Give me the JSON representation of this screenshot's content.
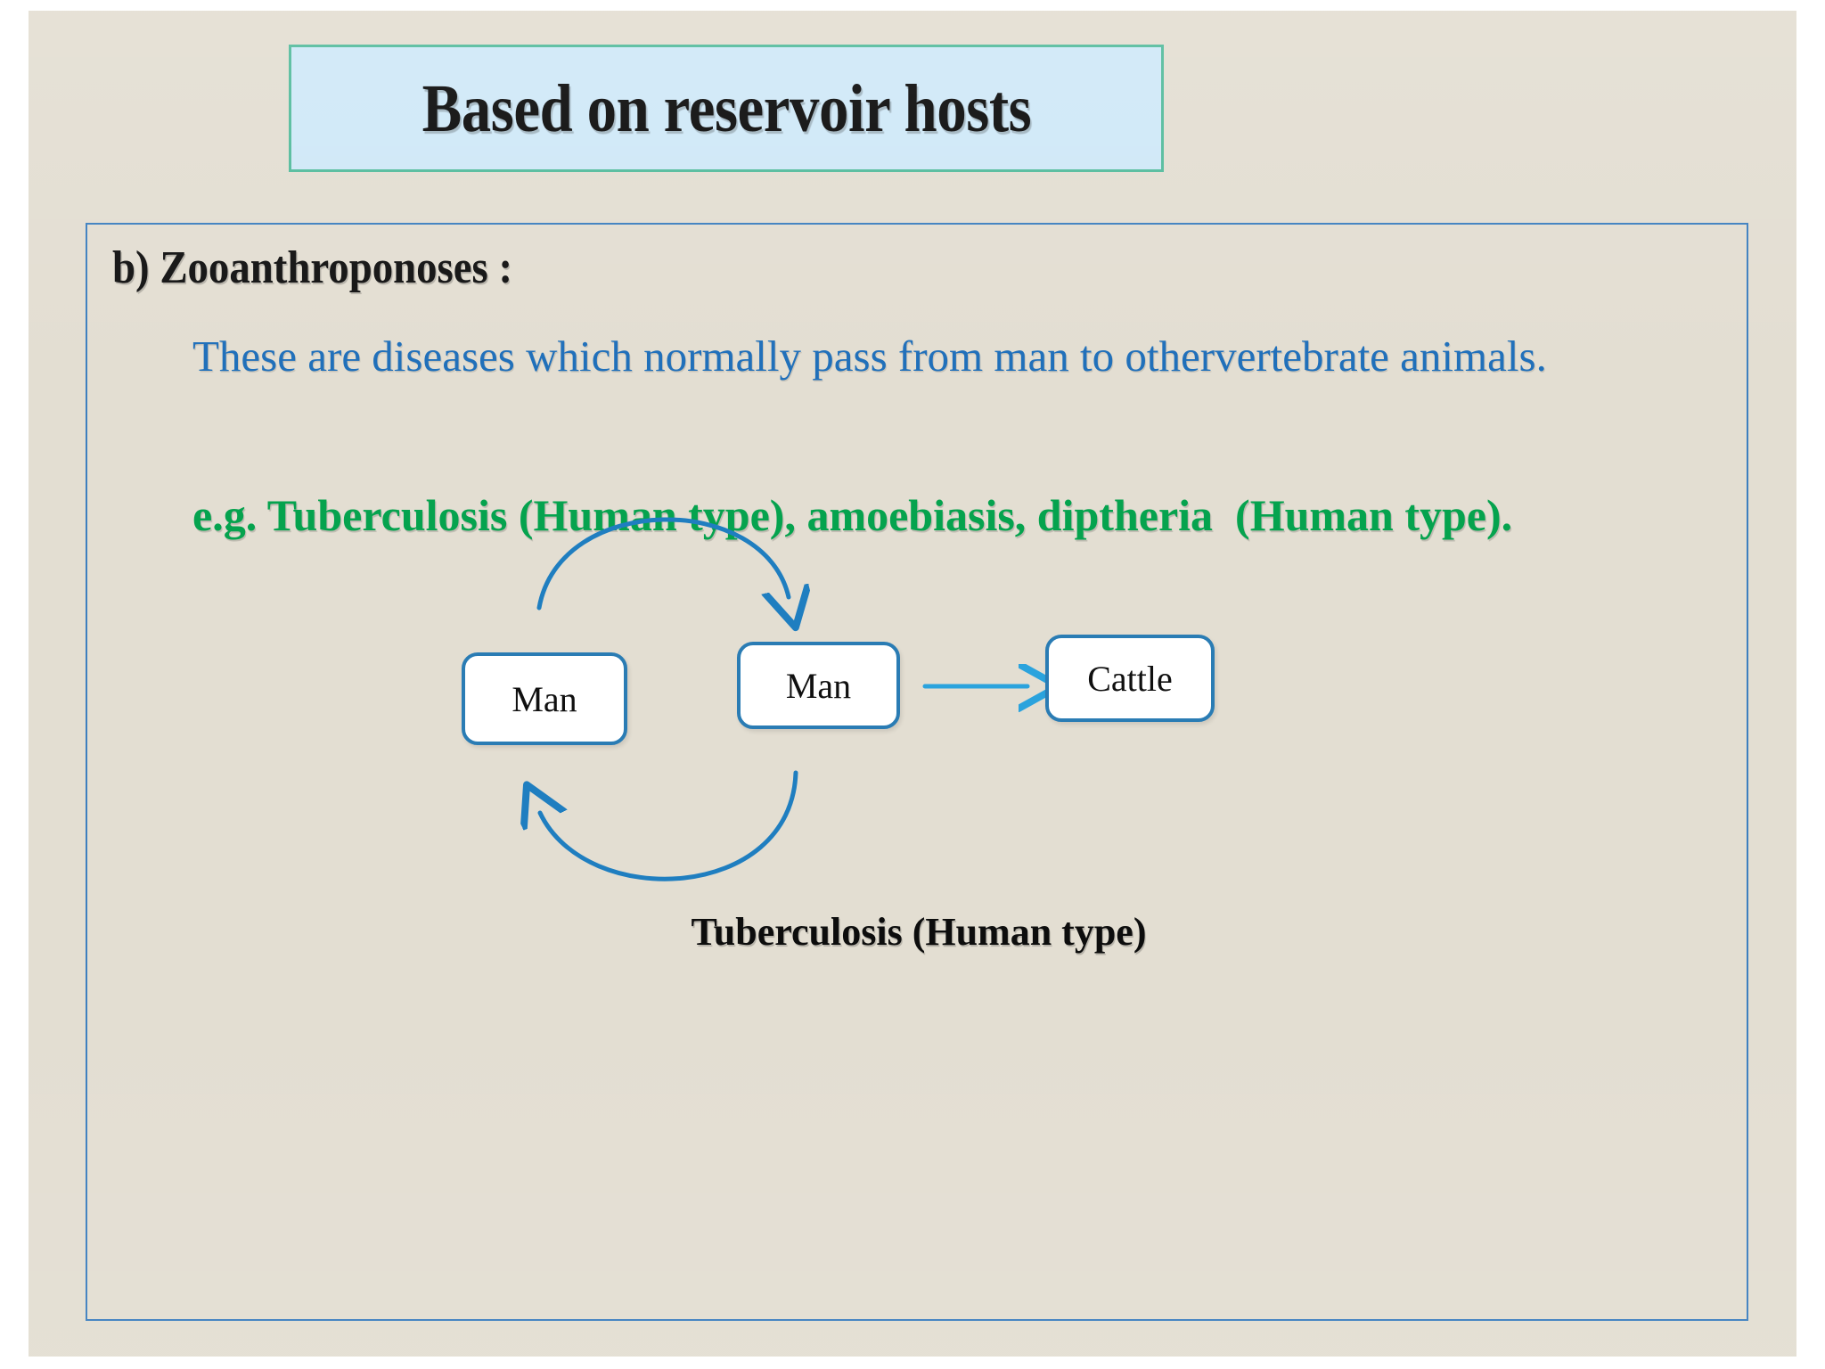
{
  "slide": {
    "background_color": "#e3ded2",
    "title": {
      "text": "Based on reservoir hosts",
      "fill_color": "#cfe8f7",
      "border_color": "#53bb9c",
      "text_color": "#0a0a0a"
    },
    "content": {
      "border_color": "#3d7fbf",
      "heading": "b) Zooanthroponoses :",
      "heading_color": "#121212",
      "definition": "These are diseases which normally pass from man to othervertebrate animals.",
      "definition_color": "#1f6fba",
      "example": "e.g. Tuberculosis (Human type), amoebiasis, diptheria  (Human type).",
      "example_color": "#05a34e"
    },
    "diagram": {
      "caption": "Tuberculosis (Human type)",
      "node_border_color": "#2a7cb4",
      "node_fill_color": "#ffffff",
      "arc_arrow_color": "#1f7ec0",
      "straight_arrow_color": "#2ba3dd",
      "nodes": [
        {
          "id": "man-left",
          "label": "Man"
        },
        {
          "id": "man-right",
          "label": "Man"
        },
        {
          "id": "cattle",
          "label": "Cattle"
        }
      ],
      "arrows": [
        {
          "id": "top-arc",
          "from": "man-left",
          "to": "man-right",
          "shape": "arc-over"
        },
        {
          "id": "bottom-arc",
          "from": "man-right",
          "to": "man-left",
          "shape": "arc-under"
        },
        {
          "id": "straight",
          "from": "man-right",
          "to": "cattle",
          "shape": "straight"
        }
      ]
    }
  }
}
